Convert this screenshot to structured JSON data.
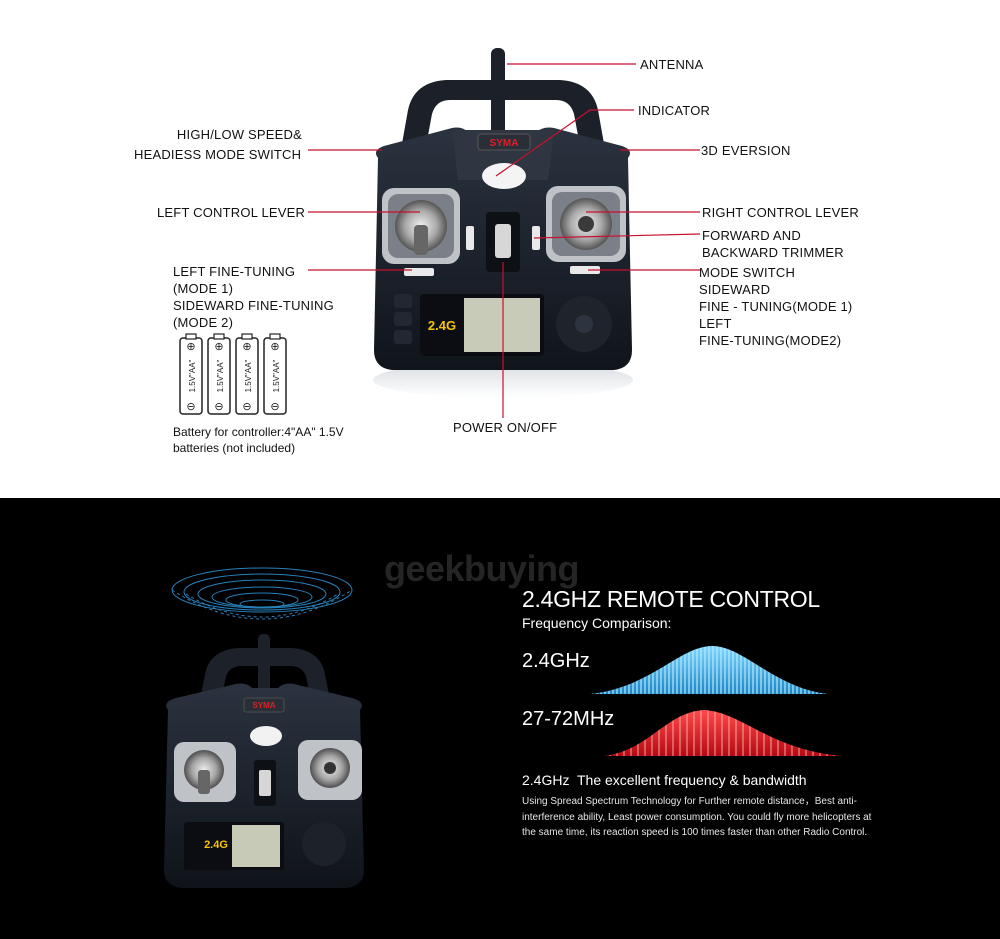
{
  "diagram": {
    "labels": {
      "antenna": "ANTENNA",
      "indicator": "INDICATOR",
      "speed_switch": [
        "HIGH/LOW SPEED&",
        "HEADIESS MODE SWITCH"
      ],
      "eversion": "3D EVERSION",
      "left_lever": "LEFT CONTROL LEVER",
      "right_lever": "RIGHT CONTROL LEVER",
      "trimmer": [
        "FORWARD AND",
        "BACKWARD TRIMMER"
      ],
      "left_fine": [
        "LEFT FINE-TUNING",
        "(MODE 1)",
        "SIDEWARD FINE-TUNING",
        "(MODE 2)"
      ],
      "mode_switch": [
        "MODE SWITCH",
        "SIDEWARD",
        "FINE - TUNING(MODE 1)",
        "LEFT",
        "FINE-TUNING(MODE2)"
      ],
      "power": "POWER ON/OFF"
    },
    "battery_label": "1.5V\"AA\"",
    "battery_caption": [
      "Battery for controller:4\"AA\" 1.5V",
      "batteries (not included)"
    ],
    "brand": "SYMA",
    "screen_badge": "2.4G",
    "line_color": "#c8102e"
  },
  "promo": {
    "watermark": "geekbuying",
    "title": "2.4GHZ REMOTE CONTROL",
    "subtitle": "Frequency Comparison:",
    "band_a": "2.4GHz",
    "band_b": "27-72MHz",
    "band_a_color": "#2aa8e0",
    "band_b_color": "#e8141c",
    "headline": "2.4GHz  The excellent frequency & bandwidth",
    "body": "Using Spread Spectrum Technology for Further remote distance，Best anti-interference ability, Least power consumption. You could fly more helicopters at the same time, its reaction speed is 100 times faster than other Radio Control."
  }
}
